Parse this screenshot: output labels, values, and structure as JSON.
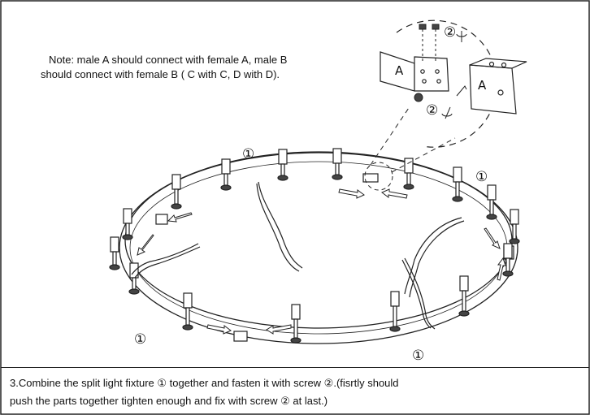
{
  "note": {
    "line1": "Note: male A should connect with female A, male B",
    "line2": "should connect with female B ( C with C, D with D)."
  },
  "caption": {
    "line1": "3.Combine the split light fixture ① together and fasten it with screw ②.(fisrtly should",
    "line2": "push the parts together tighten enough and fix with screw ② at last.)"
  },
  "labels": {
    "part": "①",
    "screw": "②",
    "male_a": "A",
    "female_a": "A"
  },
  "colors": {
    "line": "#222222",
    "background": "#ffffff"
  }
}
